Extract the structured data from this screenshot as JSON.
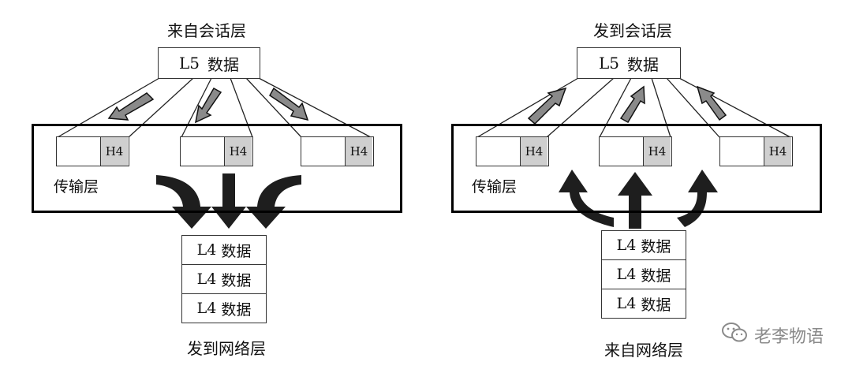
{
  "left": {
    "top_caption": "来自会话层",
    "l5_tag": "L5",
    "l5_text": "数据",
    "header": "H4",
    "layer_name": "传输层",
    "segments": [
      {
        "tag": "L4",
        "text": "数据"
      },
      {
        "tag": "L4",
        "text": "数据"
      },
      {
        "tag": "L4",
        "text": "数据"
      }
    ],
    "bottom_caption": "发到网络层"
  },
  "right": {
    "top_caption": "发到会话层",
    "l5_tag": "L5",
    "l5_text": "数据",
    "header": "H4",
    "layer_name": "传输层",
    "segments": [
      {
        "tag": "L4",
        "text": "数据"
      },
      {
        "tag": "L4",
        "text": "数据"
      },
      {
        "tag": "L4",
        "text": "数据"
      }
    ],
    "bottom_caption": "来自网络层"
  },
  "watermark": {
    "text": "老李物语",
    "icon": "wechat-icon"
  },
  "colors": {
    "header_fill": "#cfcfcf",
    "arrow_fill": "#222222",
    "small_arrow_fill": "#8a8a8a"
  }
}
